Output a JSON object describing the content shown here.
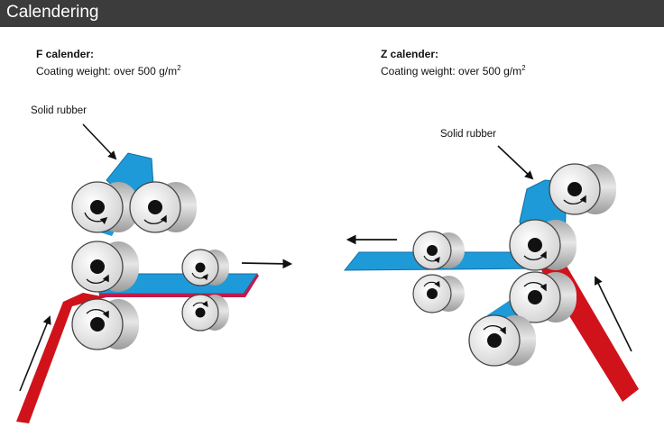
{
  "header": {
    "title": "Calendering"
  },
  "f_calender": {
    "name": "F calender:",
    "coating_text": "Coating weight: over 500 g/m",
    "coating_sup": "2",
    "rubber_label": "Solid rubber"
  },
  "z_calender": {
    "name": "Z calender:",
    "coating_text": "Coating weight: over 500 g/m",
    "coating_sup": "2",
    "rubber_label": "Solid rubber"
  },
  "colors": {
    "coating": "#1f9ad8",
    "substrate": "#d0121b",
    "roller": "#d6d6d6",
    "header": "#3c3c3c"
  }
}
